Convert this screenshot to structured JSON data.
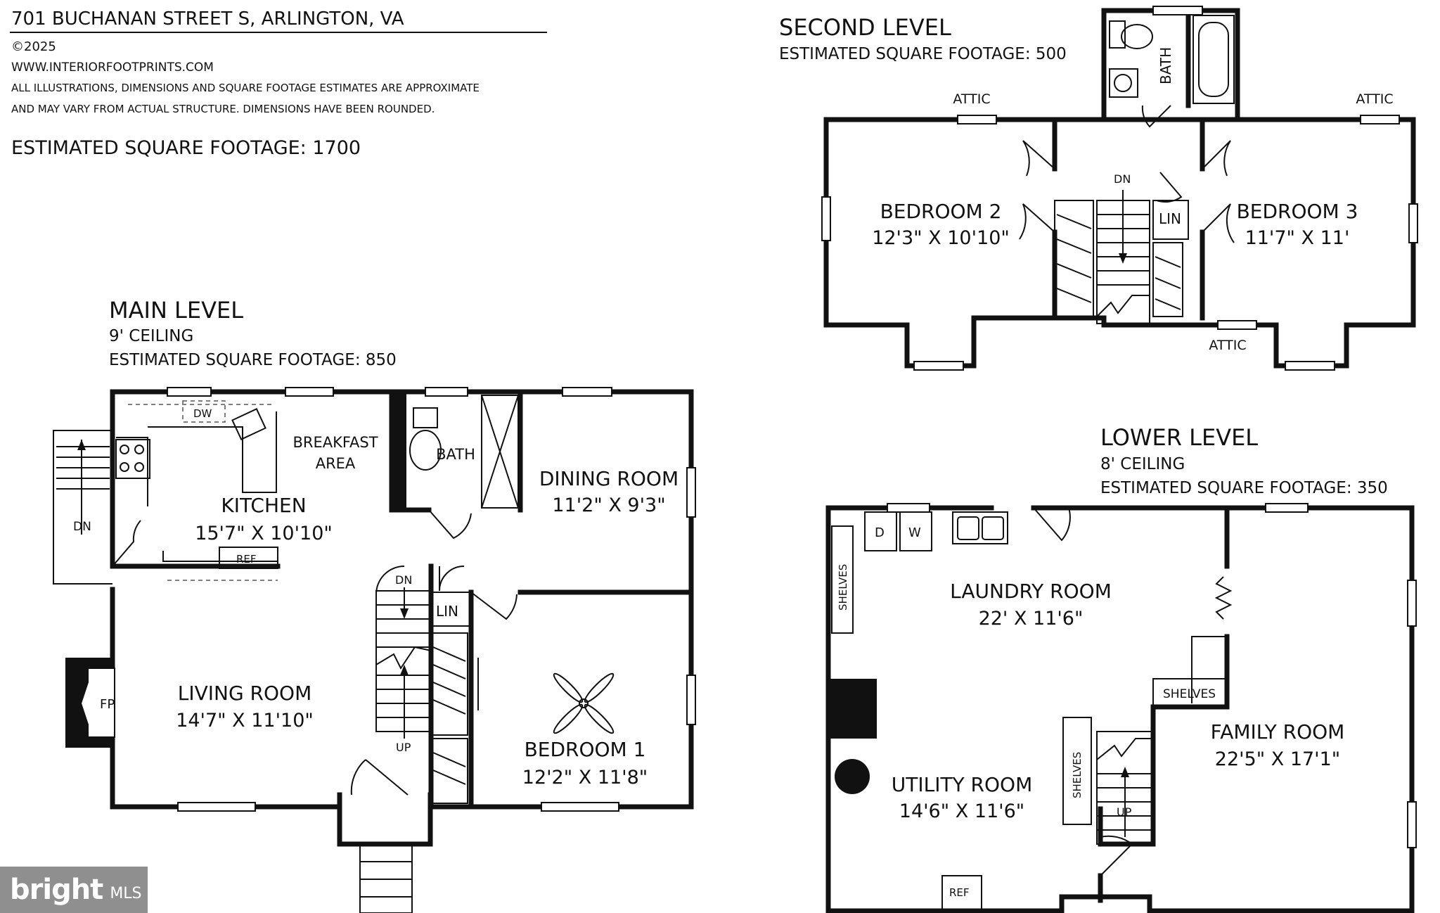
{
  "header": {
    "address": "701 BUCHANAN STREET S, ARLINGTON, VA",
    "copyright": "©2025",
    "website": "WWW.INTERIORFOOTPRINTS.COM",
    "disclaimer_line1": "ALL ILLUSTRATIONS, DIMENSIONS AND SQUARE FOOTAGE ESTIMATES ARE APPROXIMATE",
    "disclaimer_line2": "AND MAY VARY FROM ACTUAL STRUCTURE. DIMENSIONS HAVE BEEN ROUNDED.",
    "total_sqft": "ESTIMATED SQUARE FOOTAGE: 1700"
  },
  "main_level": {
    "title": "MAIN LEVEL",
    "ceiling": "9' CEILING",
    "sqft": "ESTIMATED SQUARE FOOTAGE: 850",
    "kitchen": {
      "name": "KITCHEN",
      "dims": "15'7\" X 10'10\""
    },
    "breakfast_line1": "BREAKFAST",
    "breakfast_line2": "AREA",
    "bath": "BATH",
    "dining": {
      "name": "DINING ROOM",
      "dims": "11'2\" X 9'3\""
    },
    "living": {
      "name": "LIVING ROOM",
      "dims": "14'7\" X 11'10\""
    },
    "bedroom1": {
      "name": "BEDROOM 1",
      "dims": "12'2\" X 11'8\""
    },
    "dw": "DW",
    "ref": "REF",
    "lin": "LIN",
    "fp": "FP",
    "dn_left": "DN",
    "dn_stair": "DN",
    "up_stair": "UP"
  },
  "second_level": {
    "title": "SECOND LEVEL",
    "sqft": "ESTIMATED SQUARE FOOTAGE: 500",
    "bedroom2": {
      "name": "BEDROOM 2",
      "dims": "12'3\" X 10'10\""
    },
    "bedroom3": {
      "name": "BEDROOM 3",
      "dims": "11'7\" X 11'"
    },
    "bath": "BATH",
    "lin": "LIN",
    "dn": "DN",
    "attic_left": "ATTIC",
    "attic_right": "ATTIC",
    "attic_bottom": "ATTIC"
  },
  "lower_level": {
    "title": "LOWER LEVEL",
    "ceiling": "8' CEILING",
    "sqft": "ESTIMATED SQUARE FOOTAGE: 350",
    "laundry": {
      "name": "LAUNDRY ROOM",
      "dims": "22' X 11'6\""
    },
    "utility": {
      "name": "UTILITY ROOM",
      "dims": "14'6\" X 11'6\""
    },
    "family": {
      "name": "FAMILY ROOM",
      "dims": "22'5\" X 17'1\""
    },
    "d": "D",
    "w": "W",
    "shelves_left": "SHELVES",
    "shelves_mid": "SHELVES",
    "shelves_right": "SHELVES",
    "ref": "REF",
    "up": "UP"
  },
  "watermark": {
    "brand": "bright",
    "suffix": "MLS"
  }
}
